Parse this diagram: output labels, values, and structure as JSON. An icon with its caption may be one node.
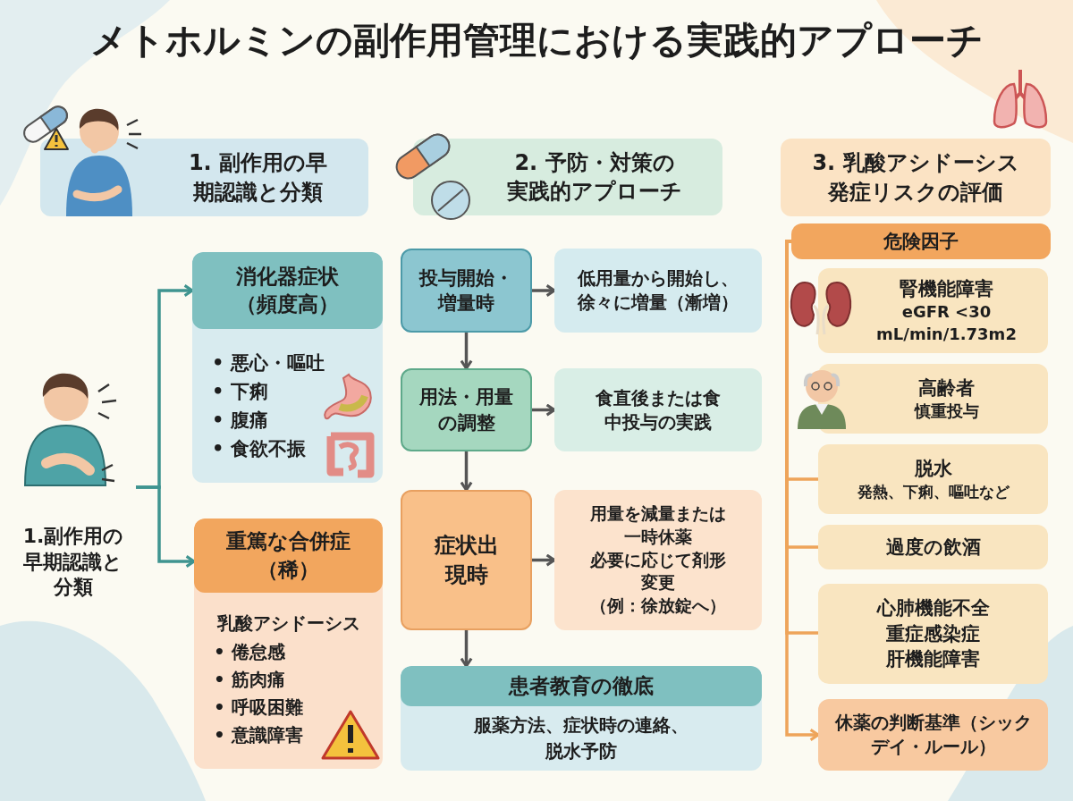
{
  "diagram": {
    "title": "メトホルミンの副作用管理における実践的アプローチ",
    "nodes": [
      {
        "text": [
          "1. 副作用の早期認識と分類"
        ]
      },
      {
        "text": [
          "2. 予防・対策の実践的アプローチ"
        ]
      },
      {
        "text": [
          "3. 乳酸アシドーシス発症リスクの評価"
        ]
      },
      {
        "text": [
          "1.副作用の早期認識と分類"
        ]
      },
      {
        "text": [
          "消化器症状（頻度高）",
          "• 悪心・嘔吐",
          "• 下痢",
          "• 腹痛",
          "• 食欲不振"
        ]
      },
      {
        "text": [
          "重篤な合併症（稀）",
          "乳酸アシドーシス",
          "• 倦怠感",
          "• 筋肉痛",
          "• 呼吸困難",
          "• 意識障害"
        ]
      },
      {
        "text": [
          "投与開始・増量時"
        ]
      },
      {
        "text": [
          "低用量から開始し、徐々に増量（漸増）"
        ]
      },
      {
        "text": [
          "用法・用量の調整"
        ]
      },
      {
        "text": [
          "食直後または食中投与の実践"
        ]
      },
      {
        "text": [
          "症状出現時"
        ]
      },
      {
        "text": [
          "用量を減量または一時休薬",
          "必要に応じて剤形変更",
          "（例：徐放錠へ）"
        ]
      },
      {
        "text": [
          "患者教育の徹底",
          "服薬方法、症状時の連絡、脱水予防"
        ]
      },
      {
        "text": [
          "危険因子"
        ]
      },
      {
        "text": [
          "腎機能障害",
          "eGFR <30 mL/min/1.73m2"
        ]
      },
      {
        "text": [
          "高齢者",
          "慎重投与"
        ]
      },
      {
        "text": [
          "脱水",
          "発熱、下痢、嘔吐など"
        ]
      },
      {
        "text": [
          "過度の飲酒"
        ]
      },
      {
        "text": [
          "心肺機能不全",
          "重症感染症",
          "肝機能障害"
        ]
      },
      {
        "text": [
          "休薬の判断基準（シックデイ・ルール）"
        ]
      }
    ],
    "edges": [
      {
        "from": 3,
        "to": 4,
        "arrow": "to",
        "color": "#3f9490"
      },
      {
        "from": 3,
        "to": 5,
        "arrow": "to",
        "color": "#3f9490"
      },
      {
        "from": 6,
        "to": 7,
        "arrow": "to"
      },
      {
        "from": 6,
        "to": 8,
        "arrow": "to"
      },
      {
        "from": 8,
        "to": 9,
        "arrow": "to"
      },
      {
        "from": 8,
        "to": 10,
        "arrow": "to"
      },
      {
        "from": 10,
        "to": 11,
        "arrow": "to"
      },
      {
        "from": 10,
        "to": 12,
        "arrow": "to"
      },
      {
        "from": 13,
        "to": 16,
        "arrow": "none",
        "color": "#eea45a"
      },
      {
        "from": 13,
        "to": 17,
        "arrow": "none",
        "color": "#eea45a"
      },
      {
        "from": 13,
        "to": 18,
        "arrow": "none",
        "color": "#eea45a"
      },
      {
        "from": 13,
        "to": 19,
        "arrow": "to",
        "color": "#eea45a"
      }
    ]
  }
}
